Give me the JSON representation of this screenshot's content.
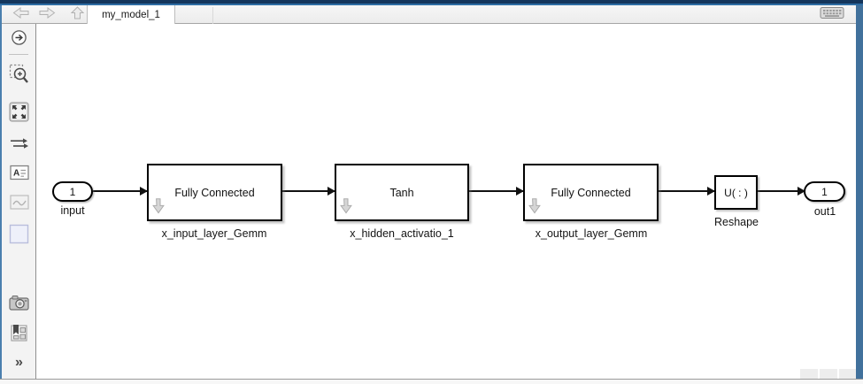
{
  "window": {
    "tab_title": "my_model_1"
  },
  "topbar": {
    "icons": [
      "back-arrow",
      "forward-arrow",
      "up-arrow",
      "keyboard"
    ]
  },
  "sidebar": {
    "icons": [
      "enter-subsystem-arrow",
      "zoom-region",
      "fit-to-view",
      "signal-routing",
      "annotation",
      "image",
      "blank-square",
      "camera",
      "viewmarks",
      "expand-more"
    ],
    "expand_glyph": "»"
  },
  "diagram": {
    "input_port": {
      "value": "1",
      "label": "input"
    },
    "blocks": [
      {
        "title": "Fully Connected",
        "label": "x_input_layer_Gemm"
      },
      {
        "title": "Tanh",
        "label": "x_hidden_activatio_1"
      },
      {
        "title": "Fully Connected",
        "label": "x_output_layer_Gemm"
      }
    ],
    "reshape_block": {
      "title": "U( : )",
      "label": "Reshape"
    },
    "output_port": {
      "value": "1",
      "label": "out1"
    }
  },
  "colors": {
    "top_border": "#14365c",
    "side_border": "#41719c",
    "block_border": "#000000",
    "canvas_bg": "#ffffff",
    "sidebar_bg": "#f3f3f3"
  }
}
